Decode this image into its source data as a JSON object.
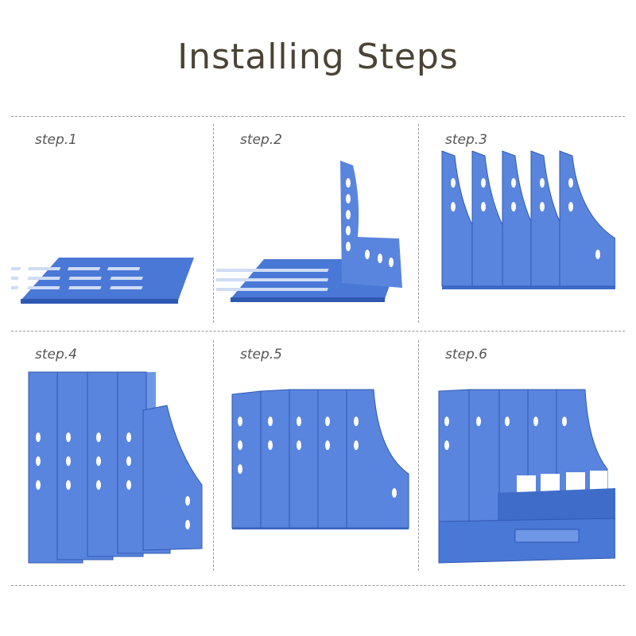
{
  "title": "Installing  Steps",
  "steps": [
    {
      "label": "step.1"
    },
    {
      "label": "step.2"
    },
    {
      "label": "step.3"
    },
    {
      "label": "step.4"
    },
    {
      "label": "step.5"
    },
    {
      "label": "step.6"
    }
  ],
  "colors": {
    "plastic": "#4a78d6",
    "plastic_light": "#6e97e6",
    "plastic_dark": "#2f58b3",
    "title": "#4a4436",
    "label": "#555555",
    "divider": "#9a9a9a"
  }
}
